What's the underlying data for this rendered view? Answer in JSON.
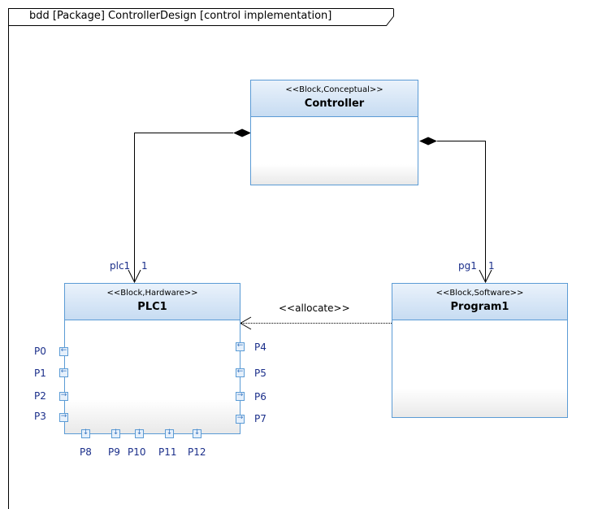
{
  "frame": {
    "title": "bdd [Package] ControllerDesign [control implementation]"
  },
  "blocks": {
    "controller": {
      "stereotype": "<<Block,Conceptual>>",
      "name": "Controller"
    },
    "plc1": {
      "stereotype": "<<Block,Hardware>>",
      "name": "PLC1"
    },
    "program1": {
      "stereotype": "<<Block,Software>>",
      "name": "Program1"
    }
  },
  "associations": {
    "plc": {
      "role": "plc1",
      "multiplicity": "1"
    },
    "program": {
      "role": "pg1",
      "multiplicity": "1"
    }
  },
  "allocation": {
    "label": "<<allocate>>"
  },
  "ports": {
    "left": [
      "P0",
      "P1",
      "P2",
      "P3"
    ],
    "right": [
      "P4",
      "P5",
      "P6",
      "P7"
    ],
    "bottom": [
      "P8",
      "P9",
      "P10",
      "P11",
      "P12"
    ]
  },
  "colors": {
    "block_border": "#5b9bd5",
    "header_fill": "#c7dcf2",
    "label_text": "#1a2e8a"
  }
}
